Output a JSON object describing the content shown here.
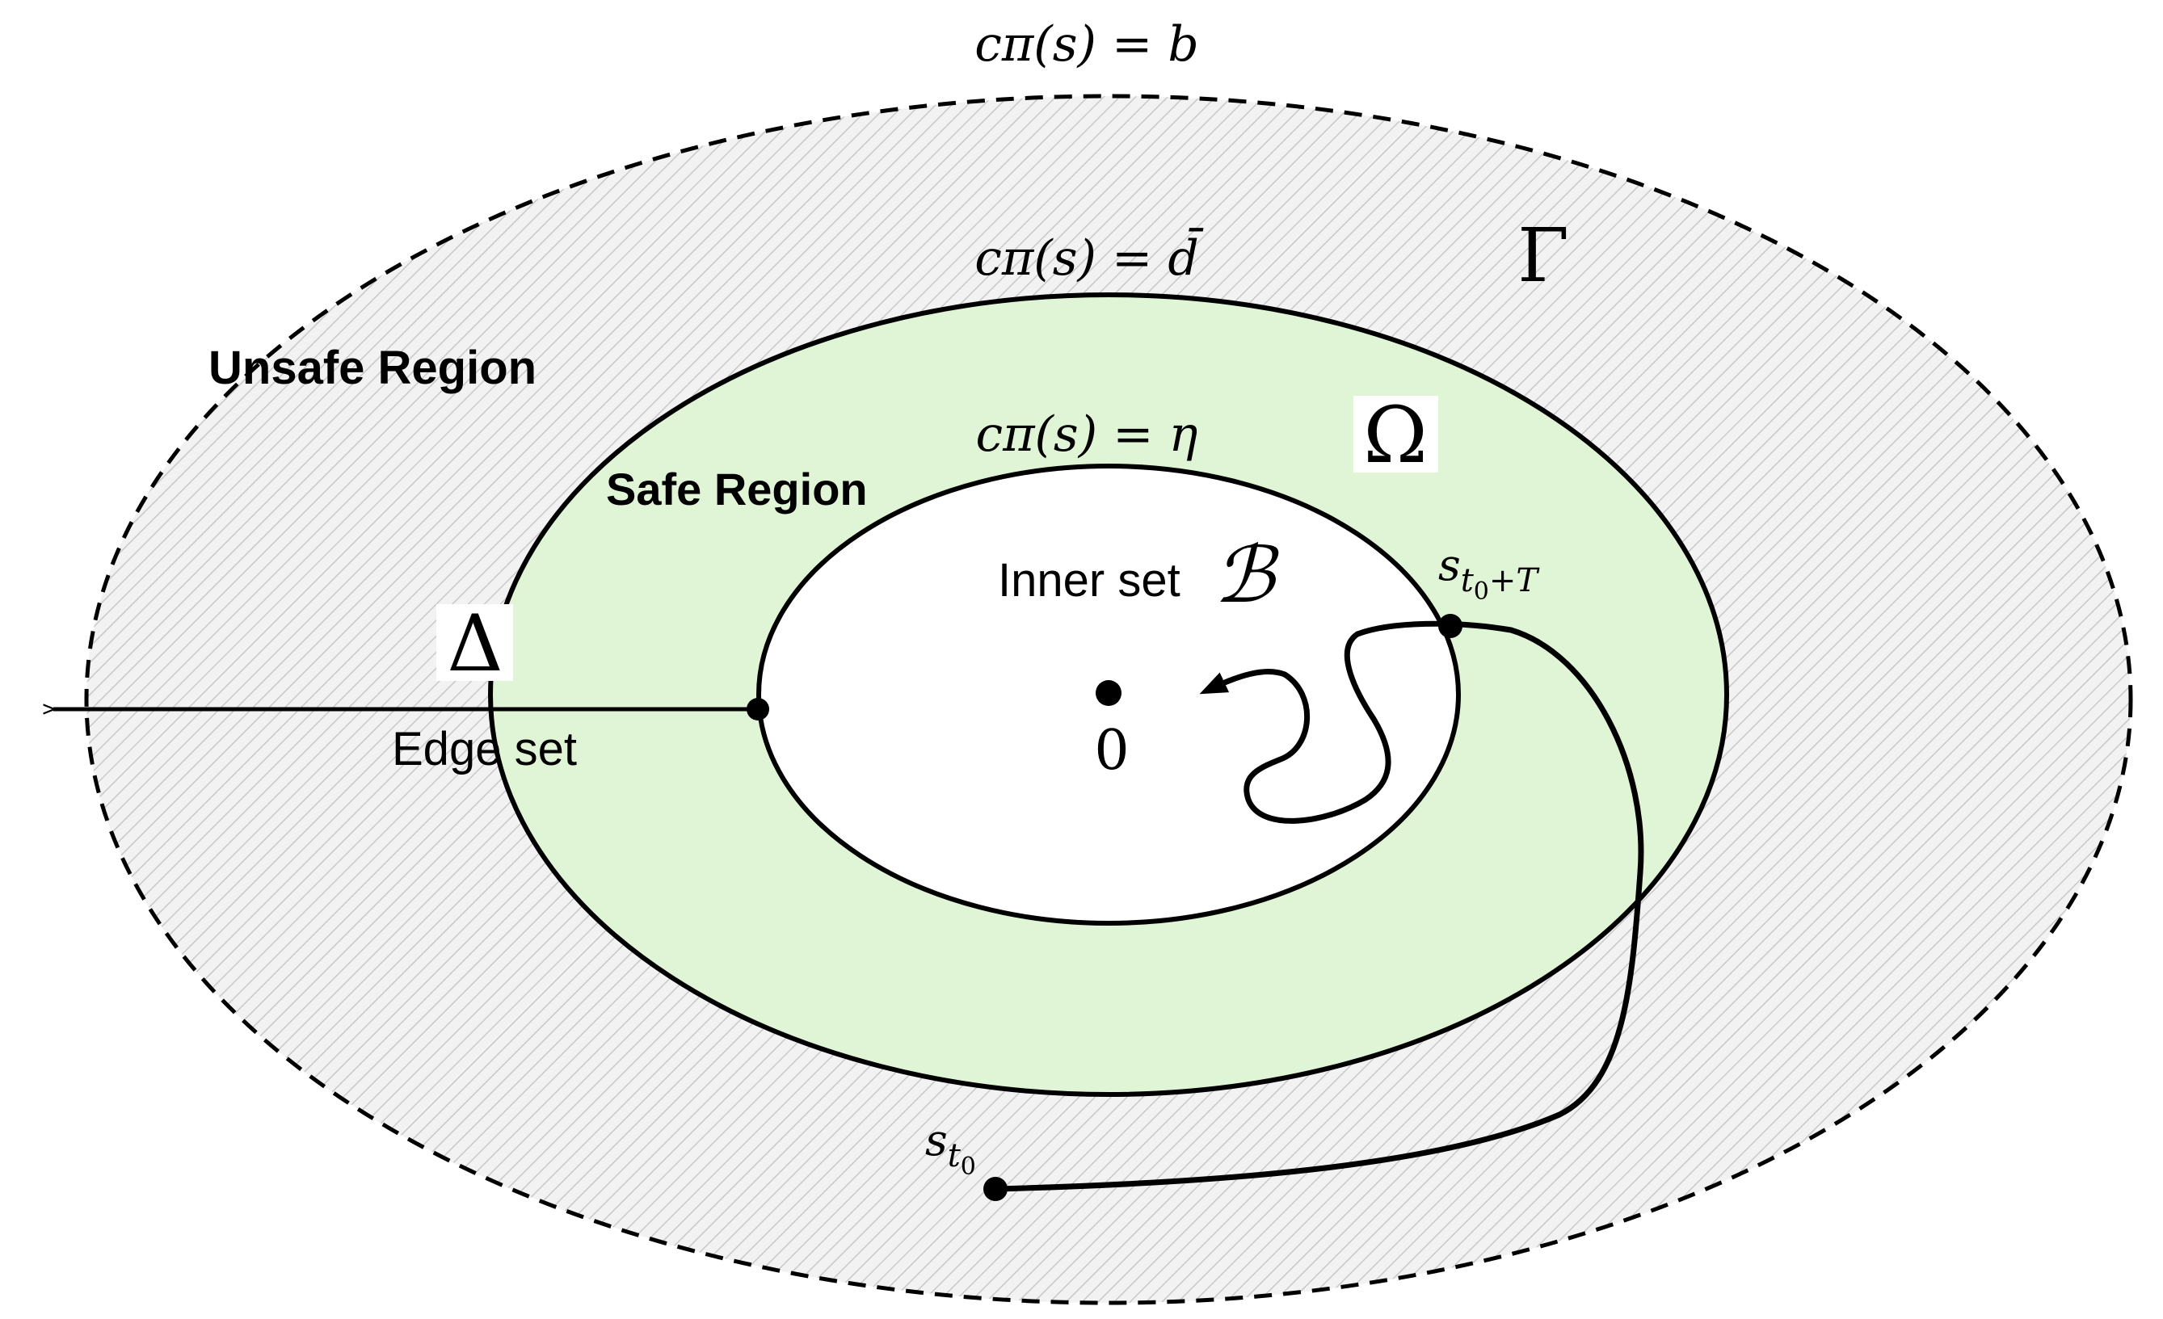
{
  "level_sets": {
    "outer": "cπ(s) = b",
    "middle": "cπ(s) = d̄",
    "inner": "cπ(s) = η"
  },
  "set_symbols": {
    "gamma": "Γ",
    "omega": "Ω",
    "delta": "Δ",
    "beta": "ℬ"
  },
  "regions": {
    "unsafe": "Unsafe Region",
    "safe": "Safe Region",
    "inner_set": "Inner set",
    "edge_set": "Edge set"
  },
  "points": {
    "origin": "0",
    "start": "s",
    "start_sub": "t",
    "start_subsub": "0",
    "end": "s",
    "end_sub": "t",
    "end_subsub": "0",
    "end_sub_suffix": "+T"
  },
  "colors": {
    "safe_fill": "#dff5d6",
    "hatch_bg": "#f2f2f2",
    "hatch_line": "#c8c8c8",
    "stroke": "#000000"
  }
}
